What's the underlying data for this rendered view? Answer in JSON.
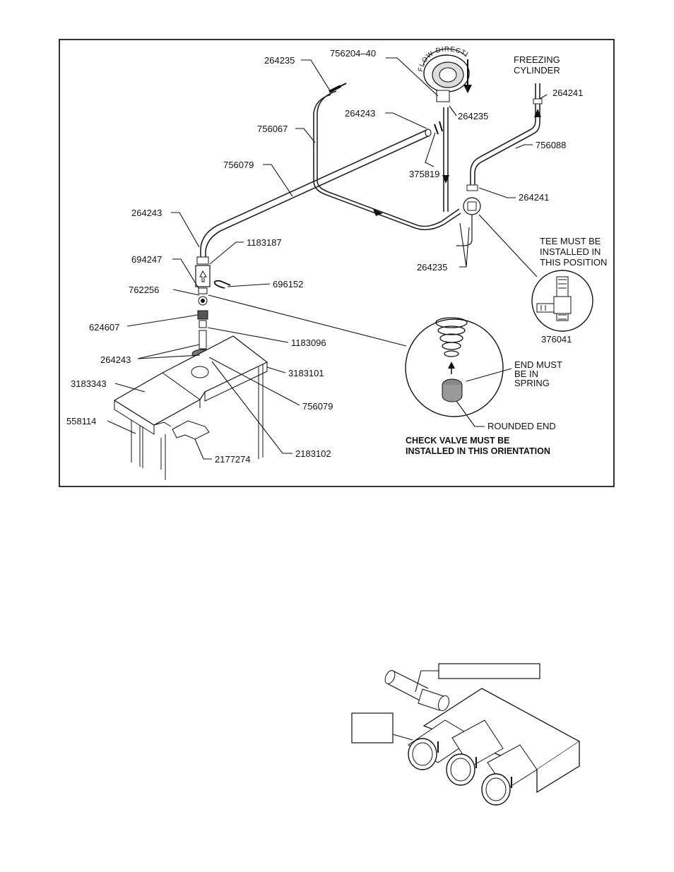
{
  "diagram": {
    "parts": {
      "p264235_top": "264235",
      "p756204_40": "756204–40",
      "freezing_cylinder": [
        "FREEZING",
        "CYLINDER"
      ],
      "p264241_top": "264241",
      "p264243_mid": "264243",
      "p264235_mid": "264235",
      "p756067": "756067",
      "p375819": "375819",
      "p756088": "756088",
      "p756079_pipe": "756079",
      "p264241_lower": "264241",
      "p264243_left": "264243",
      "p1183187": "1183187",
      "p694247": "694247",
      "p264235_lower": "264235",
      "tee_note": [
        "TEE MUST BE",
        "INSTALLED IN",
        "THIS POSITION"
      ],
      "p762256": "762256",
      "p696152": "696152",
      "p624607": "624607",
      "p1183096": "1183096",
      "p264243_bottom": "264243",
      "p3183101": "3183101",
      "p3183343": "3183343",
      "p756079_bottom": "756079",
      "p558114": "558114",
      "p2183102": "2183102",
      "p2177274": "2177274",
      "p376041": "376041",
      "end_must": [
        "END MUST",
        "BE IN",
        "SPRING"
      ],
      "rounded_end": "ROUNDED END",
      "flow_direction": "FLOW DIRECTION"
    },
    "check_valve_note": [
      "CHECK VALVE MUST BE",
      "INSTALLED IN THIS ORIENTATION"
    ]
  },
  "lower_figure": {
    "label_box_1": "",
    "label_box_2": ""
  }
}
